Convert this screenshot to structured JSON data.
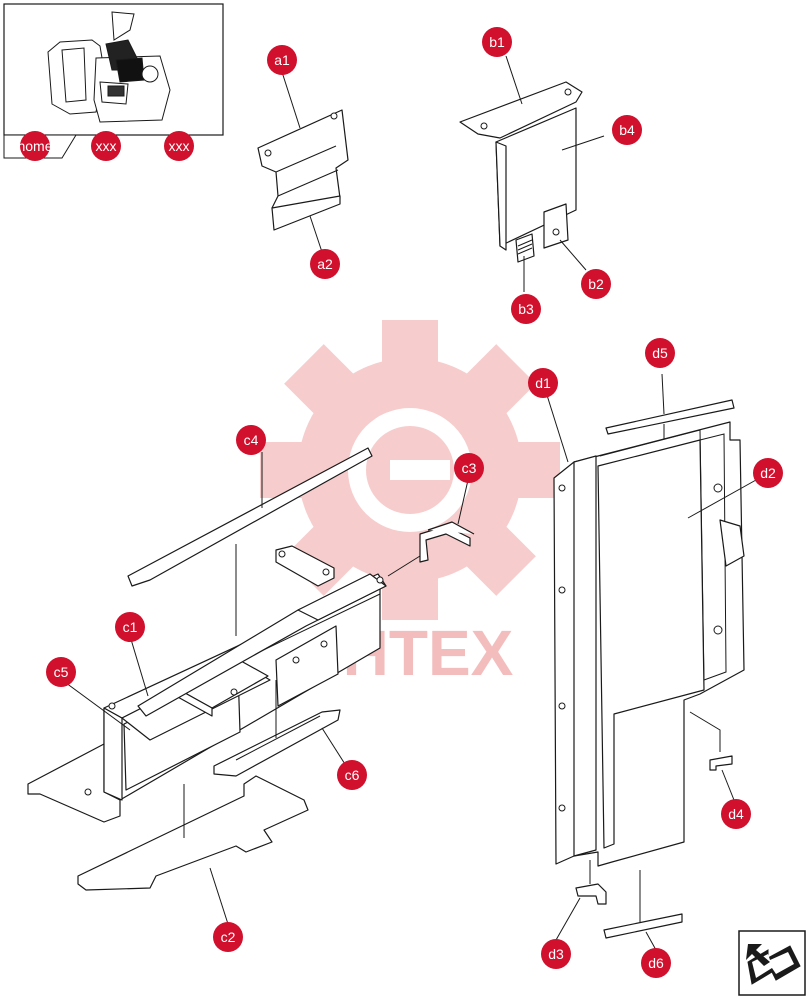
{
  "watermark": {
    "text": "ИНТЕХ",
    "color": "#f3b0b0"
  },
  "colors": {
    "callout": "#d0102c",
    "line": "#1a1a1a"
  },
  "thumbnail": {
    "tabs": [
      {
        "id": "home",
        "label": "home"
      },
      {
        "id": "nav1",
        "label": "xxx"
      },
      {
        "id": "nav2",
        "label": "xxx"
      }
    ]
  },
  "callouts": {
    "a1": "a1",
    "a2": "a2",
    "b1": "b1",
    "b2": "b2",
    "b3": "b3",
    "b4": "b4",
    "c1": "c1",
    "c2": "c2",
    "c3": "c3",
    "c4": "c4",
    "c5": "c5",
    "c6": "c6",
    "d1": "d1",
    "d2": "d2",
    "d3": "d3",
    "d4": "d4",
    "d5": "d5",
    "d6": "d6"
  },
  "nav_button": {
    "icon": "return-arrow-icon"
  }
}
